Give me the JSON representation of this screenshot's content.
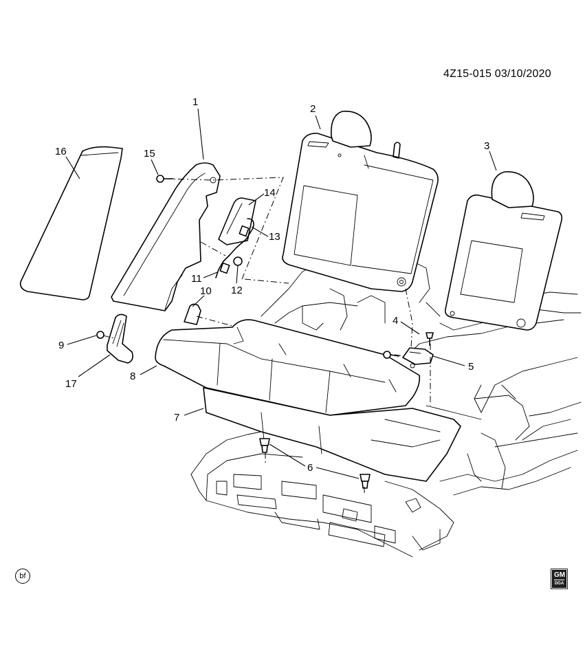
{
  "header": {
    "diagram_id": "4Z15-015 03/10/2020"
  },
  "callouts": [
    {
      "label": "1"
    },
    {
      "label": "2"
    },
    {
      "label": "3"
    },
    {
      "label": "4"
    },
    {
      "label": "5"
    },
    {
      "label": "6"
    },
    {
      "label": "7"
    },
    {
      "label": "8"
    },
    {
      "label": "9"
    },
    {
      "label": "10"
    },
    {
      "label": "11"
    },
    {
      "label": "12"
    },
    {
      "label": "13"
    },
    {
      "label": "14"
    },
    {
      "label": "15"
    },
    {
      "label": "16"
    },
    {
      "label": "17"
    }
  ],
  "footer": {
    "left_badge": "bf",
    "gm_logo_top": "GM",
    "gm_logo_bottom": "DGA"
  }
}
